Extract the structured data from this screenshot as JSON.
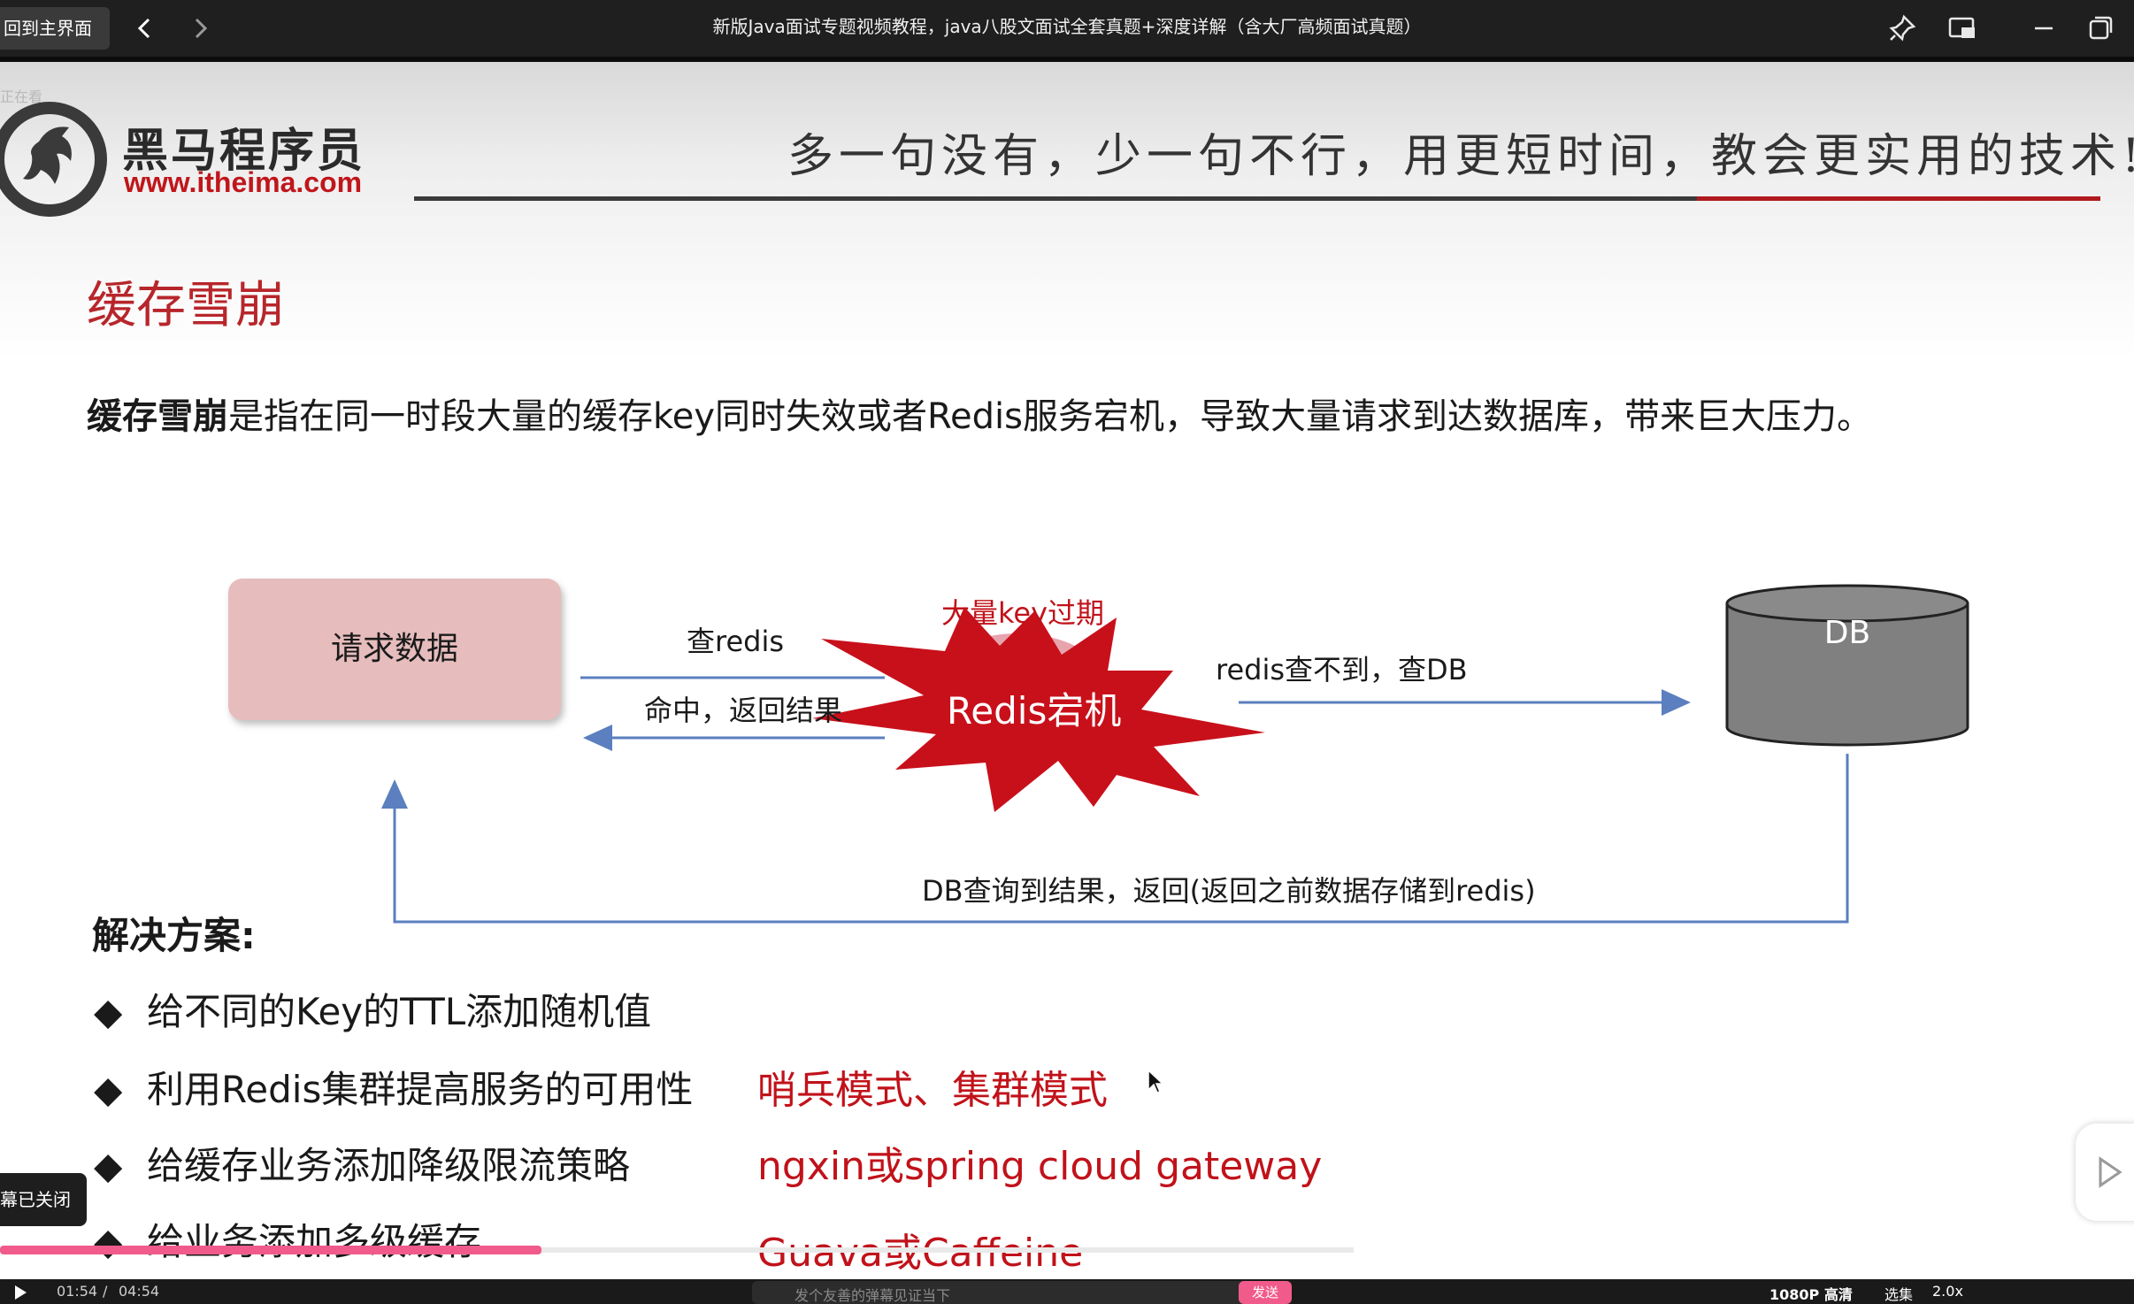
{
  "titlebar": {
    "home_label": "回到主界面",
    "title": "新版Java面试专题视频教程，java八股文面试全套真题+深度详解（含大厂高频面试真题）"
  },
  "slide": {
    "watch_label": "正在看",
    "brand_cn": "黑马程序员",
    "brand_url": "www.itheima.com",
    "slogan": "多一句没有，少一句不行，用更短时间，教会更实用的技术!",
    "title": "缓存雪崩",
    "definition_bold": "缓存雪崩",
    "definition_rest": "是指在同一时段大量的缓存key同时失效或者Redis服务宕机，导致大量请求到达数据库，带来巨大压力。"
  },
  "diagram": {
    "request_box": "请求数据",
    "label_query_redis": "查redis",
    "label_hit_return": "命中，返回结果",
    "label_many_keys_expire": "大量key过期",
    "label_redis_down": "Redis宕机",
    "label_redis_miss": "redis查不到，查DB",
    "db_label": "DB",
    "label_db_return": "DB查询到结果，返回(返回之前数据存储到redis)"
  },
  "solutions": {
    "heading": "解决方案:",
    "items": [
      {
        "text": "给不同的Key的TTL添加随机值",
        "note": ""
      },
      {
        "text": "利用Redis集群提高服务的可用性",
        "note": "哨兵模式、集群模式"
      },
      {
        "text": "给缓存业务添加降级限流策略",
        "note": "ngxin或spring cloud gateway"
      },
      {
        "text": "给业务添加多级缓存",
        "note": "Guava或Caffeine"
      }
    ]
  },
  "player": {
    "danmu_closed": "幕已关闭",
    "time_current": "01:54",
    "time_total": "04:54",
    "danmu_placeholder": "发个友善的弹幕见证当下",
    "send_label": "发送",
    "quality": "1080P 高清",
    "select_label": "选集",
    "speed": "2.0x",
    "progress": 0.4
  },
  "colors": {
    "accent_red": "#c1121a",
    "request_box": "#e6bcbc",
    "db_fill": "#808080",
    "arrow_blue": "#5b7fbf",
    "progress": "#f05b8b"
  }
}
